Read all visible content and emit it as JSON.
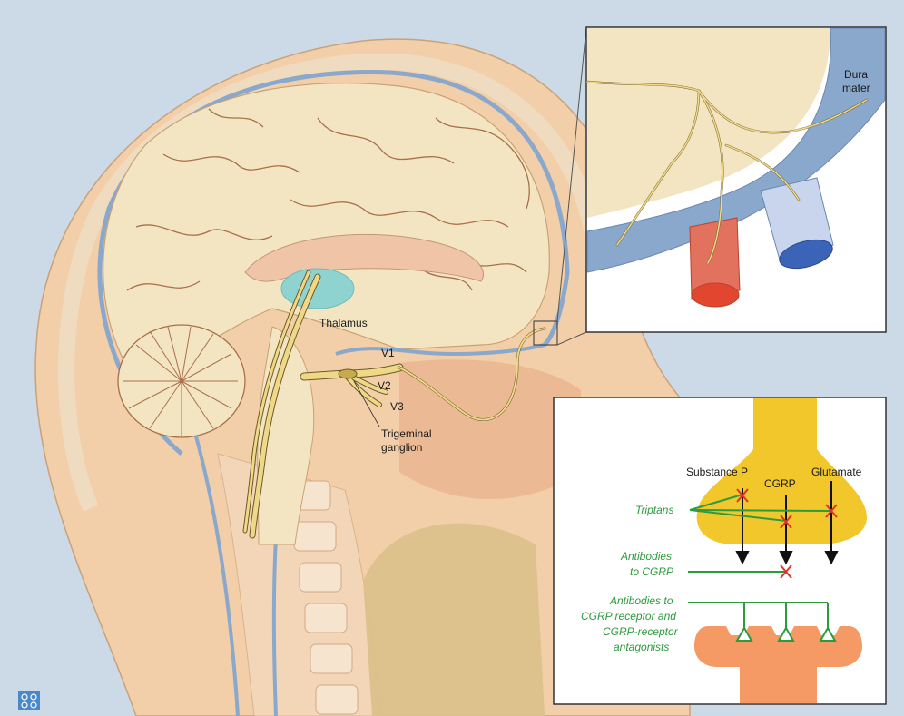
{
  "labels": {
    "thalamus": "Thalamus",
    "v1": "V1",
    "v2": "V2",
    "v3": "V3",
    "trigeminal_ganglion_line1": "Trigeminal",
    "trigeminal_ganglion_line2": "ganglion",
    "dura_line1": "Dura",
    "dura_line2": "mater"
  },
  "synapse": {
    "substance_p": "Substance P",
    "cgrp": "CGRP",
    "glutamate": "Glutamate",
    "triptans": "Triptans",
    "antibodies_cgrp_line1": "Antibodies",
    "antibodies_cgrp_line2": "to CGRP",
    "antibodies_receptor_line1": "Antibodies to",
    "antibodies_receptor_line2": "CGRP receptor and",
    "antibodies_receptor_line3": "CGRP-receptor",
    "antibodies_receptor_line4": "antagonists"
  },
  "colors": {
    "background": "#ccd9e6",
    "skin": "#f2cfa8",
    "brain": "#f4e5c2",
    "sulci": "#a8704a",
    "meninges_blue": "#8aa8cc",
    "nerve": "#efd987",
    "thalamus": "#8fd3d0",
    "artery": "#e2462e",
    "vein": "#3b63b7",
    "presynaptic": "#f2c72c",
    "postsynaptic": "#f59a64",
    "drug_green": "#2e9a3e",
    "block_red": "#e0322a"
  },
  "icons": {
    "corner_logo": "publisher-logo-icon"
  }
}
